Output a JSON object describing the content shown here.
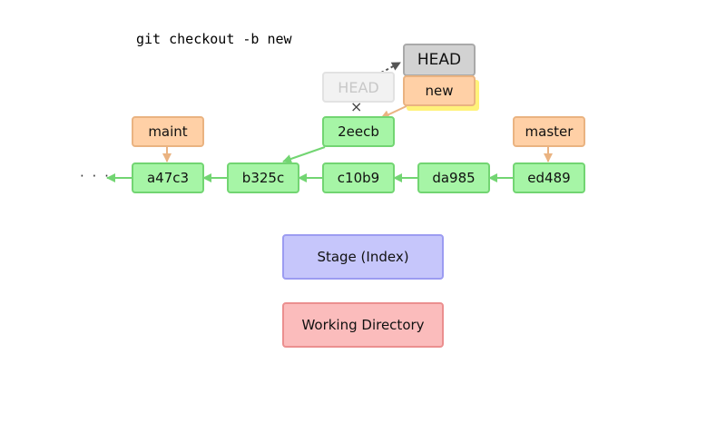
{
  "command": "git checkout -b new",
  "ellipsis": "· · ·",
  "cross_mark": "×",
  "commits": [
    "a47c3",
    "b325c",
    "c10b9",
    "da985",
    "ed489",
    "2eecb"
  ],
  "branches": {
    "maint": "maint",
    "master": "master",
    "new": "new"
  },
  "head": {
    "current": "HEAD",
    "old": "HEAD"
  },
  "stage_label": "Stage (Index)",
  "working_dir_label": "Working Directory",
  "colors": {
    "commit_fill": "#a6f5a6",
    "commit_border": "#72d572",
    "branch_fill": "#ffd0a6",
    "branch_border": "#eab381",
    "head_fill": "#d2d2d2",
    "highlight": "#fff27a",
    "stage_fill": "#c6c6fb",
    "working_dir_fill": "#fbbcbc"
  }
}
